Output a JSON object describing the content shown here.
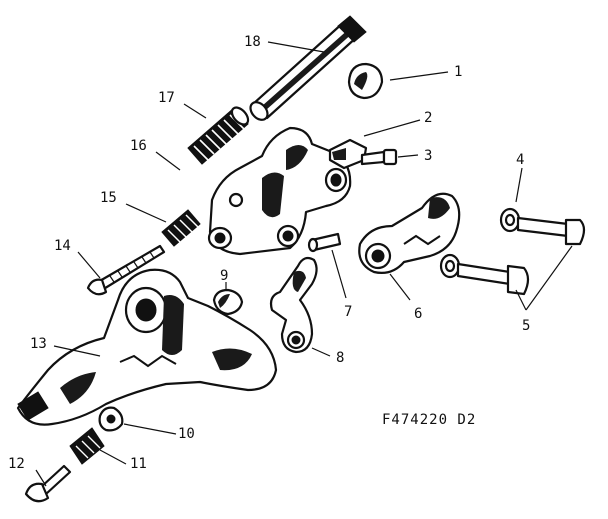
{
  "figure_code": "F474220 D2",
  "callouts": {
    "c1": "1",
    "c2": "2",
    "c3": "3",
    "c4": "4",
    "c5": "5",
    "c6": "6",
    "c7": "7",
    "c8": "8",
    "c9": "9",
    "c10": "10",
    "c11": "11",
    "c12": "12",
    "c13": "13",
    "c14": "14",
    "c15": "15",
    "c16": "16",
    "c17": "17",
    "c18": "18"
  }
}
